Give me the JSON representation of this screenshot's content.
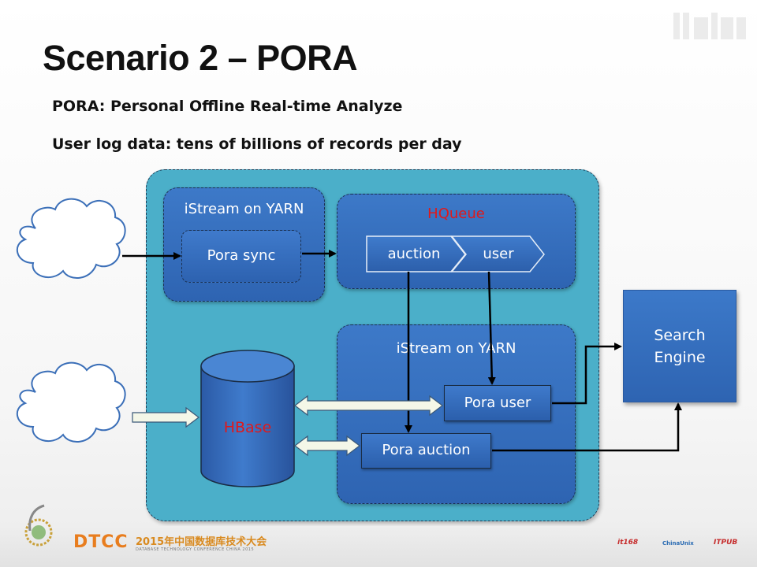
{
  "slide": {
    "title": "Scenario 2 – PORA",
    "bullet_1": "PORA: Personal Offline Real-time Analyze",
    "bullet_2": "User log data: tens of billions of records per day"
  },
  "diagram": {
    "istream_top_label": "iStream on YARN",
    "pora_sync_label": "Pora sync",
    "hqueue_label": "HQueue",
    "queue_auction_label": "auction",
    "queue_user_label": "user",
    "istream_bottom_label": "iStream on YARN",
    "hbase_label": "HBase",
    "pora_user_label": "Pora user",
    "pora_auction_label": "Pora auction",
    "search_engine_line1": "Search",
    "search_engine_line2": "Engine"
  },
  "footer": {
    "logo_text": "DTCC",
    "conference_name": "2015年中国数据库技术大会",
    "conference_name_en": "DATABASE TECHNOLOGY CONFERENCE CHINA 2015",
    "sponsor_1": "it168",
    "sponsor_2": "ChinaUnix",
    "sponsor_3": "ITPUB"
  },
  "colors": {
    "outer_container": "#4bafc9",
    "panel": "#2e64b2",
    "hqueue_title": "#e0191b",
    "hbase_label": "#e0191b",
    "arrow": "#000000",
    "hollow_arrow_fill": "#f4f7e8"
  }
}
